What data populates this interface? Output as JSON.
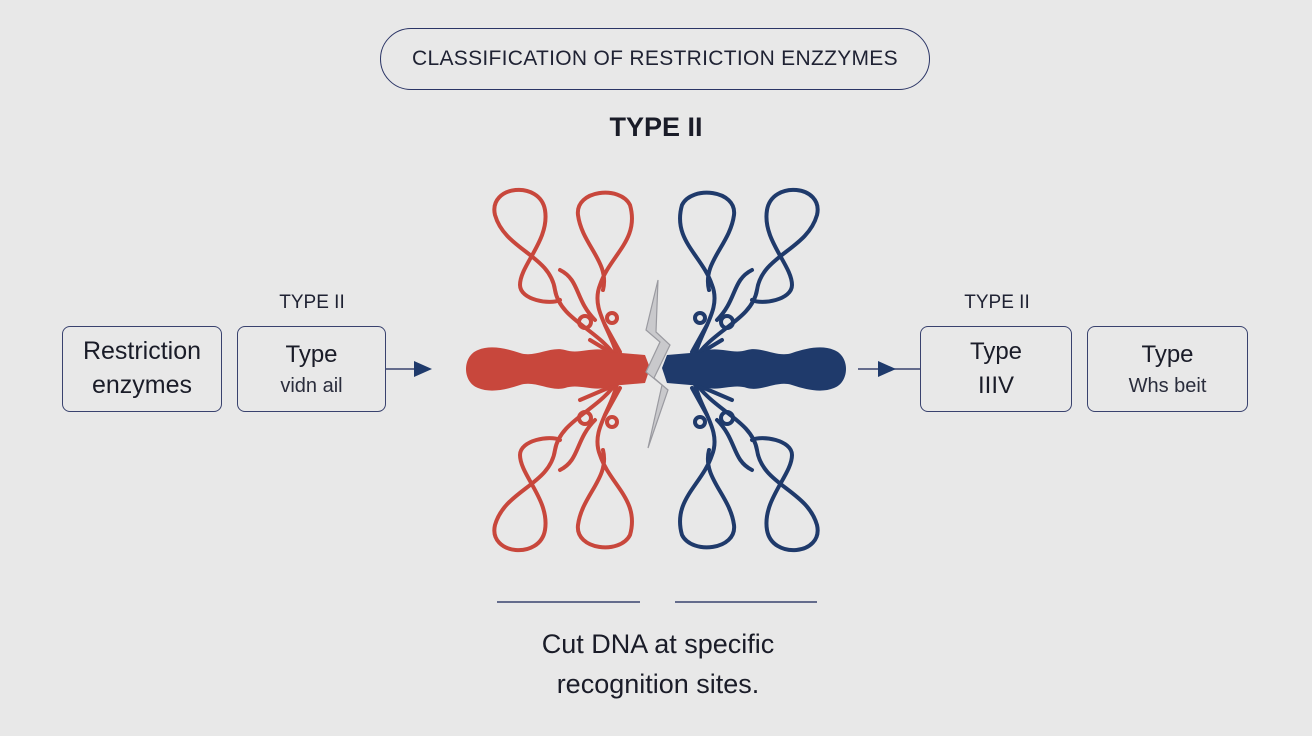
{
  "title": "CLASSIFICATION OF RESTRICTION ENZZYMES",
  "subtitle": "TYPE II",
  "left_label": "TYPE II",
  "right_label": "TYPE II",
  "boxes": {
    "restriction": {
      "line1": "Restriction",
      "line2": "enzymes"
    },
    "type_left": {
      "line1": "Type",
      "line2": "vidn ail"
    },
    "type_right1": {
      "line1": "Type",
      "line2": "IIIV"
    },
    "type_right2": {
      "line1": "Type",
      "line2": "Whs beit"
    }
  },
  "caption": {
    "line1": "Cut DNA at specific",
    "line2": "recognition sites."
  },
  "colors": {
    "red_enzyme": "#c8473c",
    "blue_enzyme": "#1f3a6b",
    "outline": "#39426e",
    "background": "#e8e8e8"
  },
  "icons": {
    "left_enzyme": "red-enzyme-illustration",
    "right_enzyme": "blue-enzyme-illustration",
    "cleavage": "lightning-cut-icon"
  }
}
